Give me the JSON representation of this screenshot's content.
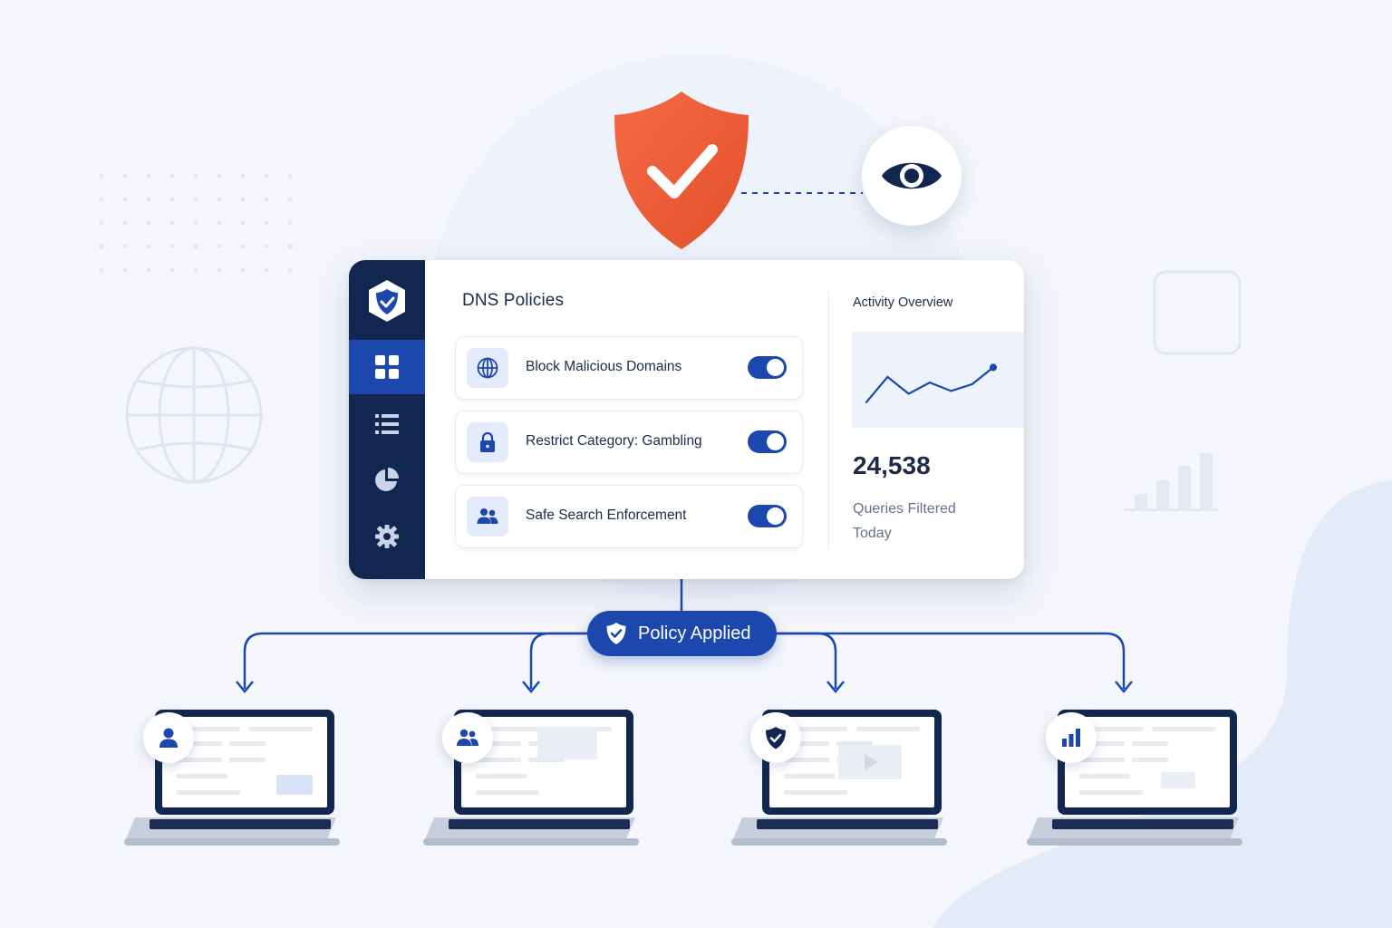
{
  "colors": {
    "navy": "#12274f",
    "brand_blue": "#1c47ad",
    "shield_orange": "#f2623c",
    "background": "#f4f6fb",
    "card": "#ffffff"
  },
  "sidebar": {
    "logo_icon": "shield-check-icon",
    "items": [
      {
        "icon": "dashboard-grid-icon",
        "active": true
      },
      {
        "icon": "list-icon",
        "active": false
      },
      {
        "icon": "pie-chart-icon",
        "active": false
      },
      {
        "icon": "gear-icon",
        "active": false
      }
    ]
  },
  "policies": {
    "title": "DNS Policies",
    "items": [
      {
        "label": "Block Malicious Domains",
        "icon": "globe-icon",
        "enabled": true
      },
      {
        "label": "Restrict Category: Gambling",
        "icon": "lock-icon",
        "enabled": true
      },
      {
        "label": "Safe Search Enforcement",
        "icon": "users-icon",
        "enabled": true
      }
    ]
  },
  "activity": {
    "title": "Activity Overview",
    "sparkline": [
      0.1,
      0.55,
      0.25,
      0.45,
      0.3,
      0.42,
      0.72
    ],
    "queries_count": "24,538",
    "queries_label": "Queries Filtered Today"
  },
  "badge": {
    "label": "Policy Applied",
    "icon": "shield-check-icon"
  },
  "devices": [
    {
      "icon": "user-icon"
    },
    {
      "icon": "users-icon"
    },
    {
      "icon": "shield-check-icon"
    },
    {
      "icon": "bar-chart-icon"
    }
  ],
  "hero": {
    "shield_icon": "shield-check-icon",
    "monitor_icon": "eye-icon"
  }
}
